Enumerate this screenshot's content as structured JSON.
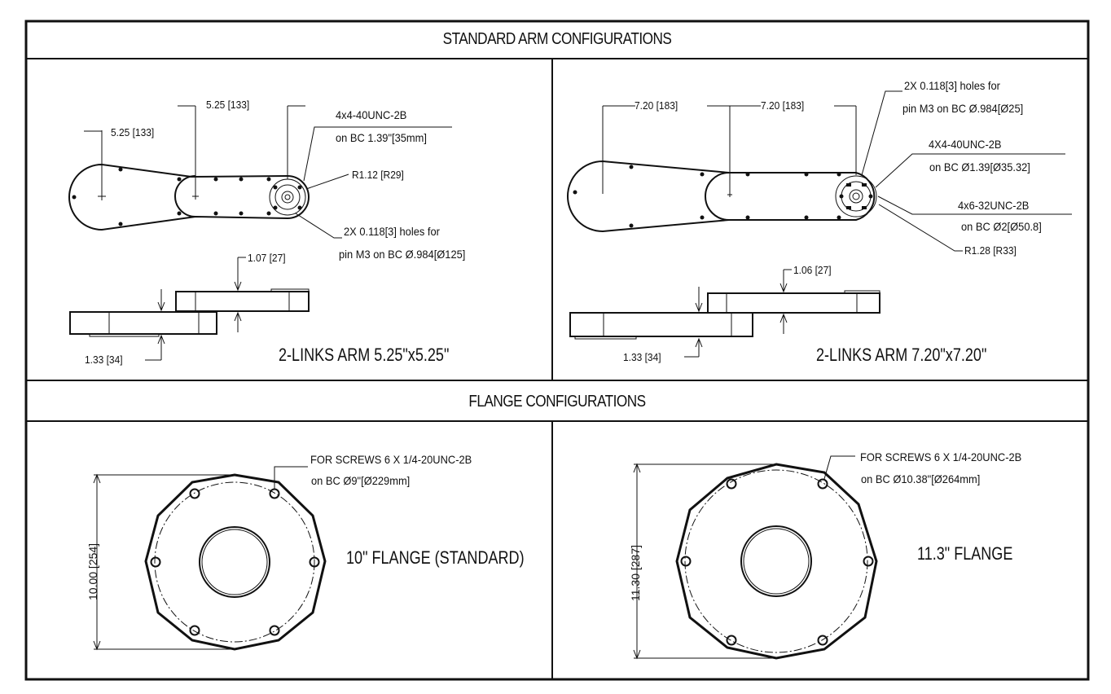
{
  "sections": {
    "arm_header": "STANDARD ARM CONFIGURATIONS",
    "flange_header": "FLANGE CONFIGURATIONS"
  },
  "arm_5": {
    "title": "2-LINKS ARM 5.25\"x5.25\"",
    "dim_link1": "5.25 [133]",
    "dim_link2": "5.25 [133]",
    "tap_line1": "4x4-40UNC-2B",
    "tap_line2": "on BC 1.39\"[35mm]",
    "radius": "R1.12 [R29]",
    "holes_line1": "2X 0.118[3] holes for",
    "holes_line2": "pin M3 on BC Ø.984[Ø125]",
    "height_upper": "1.07 [27]",
    "height_lower": "1.33 [34]"
  },
  "arm_7": {
    "title": "2-LINKS ARM 7.20\"x7.20\"",
    "dim_link1": "7.20 [183]",
    "dim_link2": "7.20 [183]",
    "holes_line1": "2X 0.118[3] holes for",
    "holes_line2": "pin M3 on BC Ø.984[Ø25]",
    "tap1_line1": "4X4-40UNC-2B",
    "tap1_line2": "on BC Ø1.39[Ø35.32]",
    "tap2_line1": "4x6-32UNC-2B",
    "tap2_line2": "on BC Ø2[Ø50.8]",
    "radius": "R1.28 [R33]",
    "height_upper": "1.06 [27]",
    "height_lower": "1.33 [34]"
  },
  "flange_10": {
    "title": "10\" FLANGE (STANDARD)",
    "screws_line1": "FOR SCREWS 6 X 1/4-20UNC-2B",
    "screws_line2": "on BC Ø9\"[Ø229mm]",
    "diameter": "10.00 [254]"
  },
  "flange_11": {
    "title": "11.3\" FLANGE",
    "screws_line1": "FOR SCREWS 6 X 1/4-20UNC-2B",
    "screws_line2": "on BC Ø10.38\"[Ø264mm]",
    "diameter": "11.30 [287]"
  }
}
